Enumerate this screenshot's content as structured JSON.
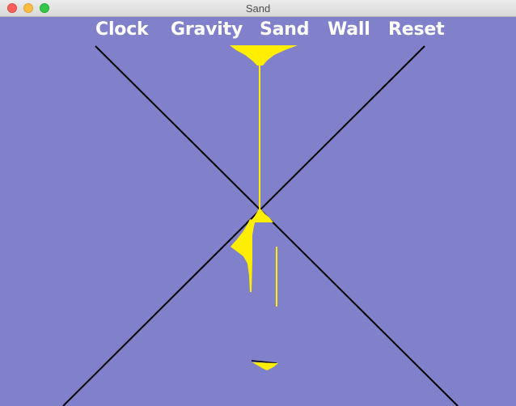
{
  "window": {
    "title": "Sand",
    "buttons": [
      "close",
      "minimize",
      "maximize"
    ]
  },
  "menu": {
    "items": [
      {
        "label": "Clock"
      },
      {
        "label": "Gravity"
      },
      {
        "label": "Sand"
      },
      {
        "label": "Wall"
      },
      {
        "label": "Reset"
      }
    ]
  },
  "colors": {
    "background": "#8080cb",
    "sand": "#ffee00",
    "wall": "#000000",
    "menu_text": "#ffffff"
  }
}
